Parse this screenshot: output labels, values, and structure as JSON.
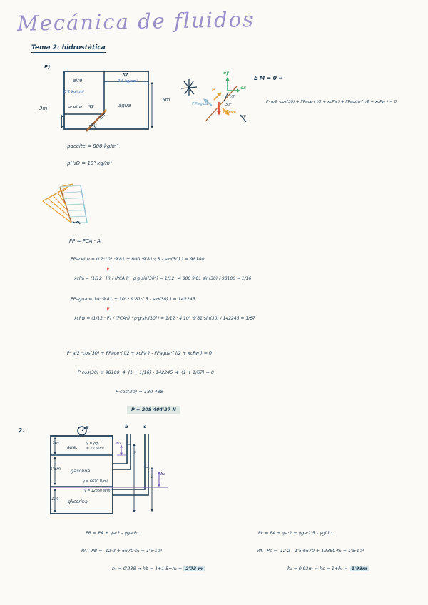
{
  "page": {
    "title": "Mecánica de fluidos",
    "section": "Tema 2: hidrostática"
  },
  "colors": {
    "ink": "#1e3c54",
    "title_purple": "#9a8fc8",
    "annotation_blue": "#6f94cc",
    "orange": "#e8a23b",
    "brown": "#a8683a",
    "red": "#d94f38",
    "green": "#3fae66",
    "pale_teal": "#93c0d4",
    "violet": "#7a63c0",
    "highlight_green": "#dfe8e2",
    "highlight_cyan": "#d6e8ec"
  },
  "problem1": {
    "marker": "P)",
    "tank": {
      "aire": "aire",
      "agua": "agua",
      "aceite": "aceite",
      "pressure_left": "0'2 kg/cm²",
      "pressure_right": "0'4 kg/cm²",
      "dim_left": "3m",
      "dim_right": "5m",
      "gate_length": "2m",
      "gate_angle": "30°"
    },
    "fbd": {
      "axis_y": "ey",
      "axis_x": "ex",
      "force_p": "P",
      "half_length": "l/2",
      "angle": "30°",
      "fp_agua": "FPagua",
      "fp_aceite": "FPace",
      "xcp": "xcp",
      "sum_moments": "Σ M = 0 ⇒",
      "moment_equation": "P· a/2 ·cos(30) + FPace·( l/2 + xcPa ) + FPagua·( l/2 + xcPw ) = 0"
    },
    "given": [
      "ρaceite = 800 kg/m³",
      "ρH₂O = 10³ kg/m³"
    ],
    "equations": [
      "FP = PCA · A",
      "FPaceite = 0'2·10⁴ ·9'81 + 800 ·9'81·( 3 - sin(30) ) = 98100",
      "xcPa = (1/12 · l²) / (PCA·l) · ρ·g·sin(30°) = 1/12 · 4·800·9'81·sin(30) / 98100 = 1/16",
      "FPagua = 10⁴·9'81 + 10³ · 9'81·( 5 - sin(30) ) = 142245",
      "xcPw = (1/12 · l²) / (PCA·l) · ρ·g·sin(30°) = 1/12 · 4·10³ ·9'81·sin(30) / 142245 = 1/67",
      "P· a/2 ·cos(30) + FPace·( l/2 + xcPa ) - FPagua·( l/2 + xcPw ) = 0",
      "P·cos(30) + 98100· 4· (1 + 1/16) - 142245· 4· (1 + 1/67) = 0",
      "P·cos(30) = 180 488"
    ],
    "corrections": [
      "l²",
      "l²"
    ],
    "result": "P = 208 404'27 N"
  },
  "problem2": {
    "marker": "2.",
    "tank": {
      "gauge_label": "a",
      "tube_b_label": "b",
      "tube_c_label": "c",
      "dim_air": "2m",
      "air": "aire,",
      "air_gamma_1": "γ = ρg·",
      "air_gamma_2": "= 12 N/m³",
      "dim_gasolina": "1'5m",
      "gasolina": "gasolina",
      "gasolina_gamma": "γ = 6670 N/m³",
      "glicerina_gamma": "γ = 12360 N/m³",
      "dim_glicerina": "1m",
      "glicerina": "glicerina",
      "h1": "h₁",
      "unknown": "?",
      "h2": "h₂",
      "dim_one": "1"
    },
    "left_equations": [
      "PB = PA + γa·2 - γga·h₁",
      "PA - PB = -12·2 + 6670·h₁ = 1'5·10³"
    ],
    "left_final_prefix": "h₁ = 0'238  ⇒  hb = 1+1'5+h₁ =",
    "left_final_value": "2'73 m",
    "right_equations": [
      "Pc = PA + γa·2 + γga·1'5 - γgl·h₂",
      "PA - Pc = -12·2 - 1'5·6670 + 12360·h₂ = 1'5·10³"
    ],
    "right_final_prefix": "h₂ = 0'93m  ⇒  hc = 1+h₂ =",
    "right_final_value": "1'93m"
  }
}
